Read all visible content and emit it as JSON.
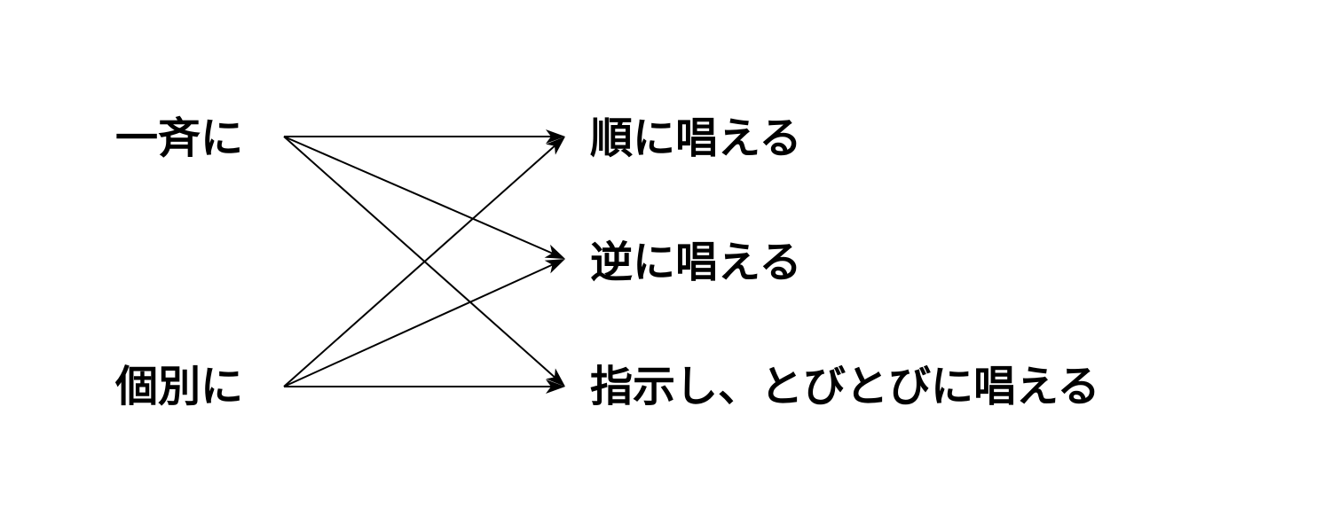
{
  "diagram": {
    "sources": [
      {
        "id": "together",
        "label": "一斉に"
      },
      {
        "id": "individual",
        "label": "個別に"
      }
    ],
    "targets": [
      {
        "id": "in-order",
        "label": "順に唱える"
      },
      {
        "id": "reverse",
        "label": "逆に唱える"
      },
      {
        "id": "skip",
        "label": "指示し、とびとびに唱える"
      }
    ],
    "edges": [
      {
        "from": "together",
        "to": "in-order"
      },
      {
        "from": "together",
        "to": "reverse"
      },
      {
        "from": "together",
        "to": "skip"
      },
      {
        "from": "individual",
        "to": "in-order"
      },
      {
        "from": "individual",
        "to": "reverse"
      },
      {
        "from": "individual",
        "to": "skip"
      }
    ],
    "colors": {
      "text": "#000000",
      "line": "#000000",
      "background": "#ffffff"
    }
  }
}
